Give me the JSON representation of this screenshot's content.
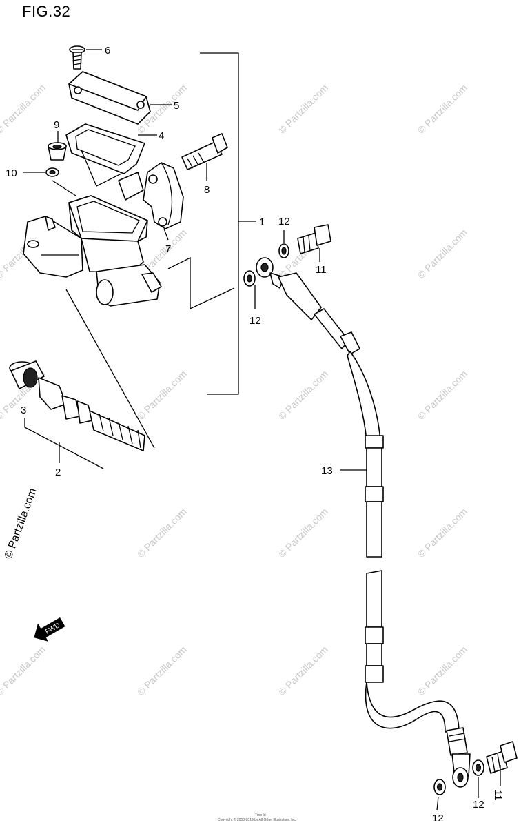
{
  "figure": {
    "title": "FIG.32"
  },
  "callouts": {
    "c1": "1",
    "c2": "2",
    "c3": "3",
    "c4": "4",
    "c5": "5",
    "c6": "6",
    "c7": "7",
    "c8": "8",
    "c9": "9",
    "c10": "10",
    "c11_top": "11",
    "c11_bottom": "11",
    "c12_top_right": "12",
    "c12_mid": "12",
    "c12_bottom_left": "12",
    "c12_bottom_right": "12",
    "c13": "13"
  },
  "fwd_label": "FWD",
  "watermark": {
    "text": "© Partzilla.com",
    "side_text": "© Partzilla.com"
  },
  "footer_note": {
    "line1": "Tmp Id",
    "line2": "Copyright © 2000-2019 by All Other Illustrators, Inc."
  }
}
